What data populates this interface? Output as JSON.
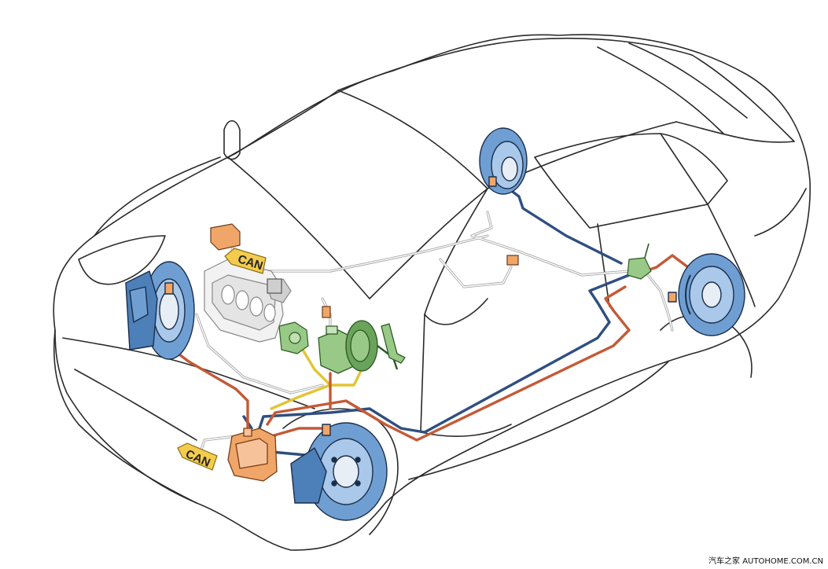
{
  "labels": {
    "can_top": "CAN",
    "can_bottom": "CAN"
  },
  "watermark": "汽车之家 AUTOHOME.COM.CN",
  "colors": {
    "body_outline": "#2a2a2a",
    "brake_disc": "#6f9fd2",
    "high_pressure_line": "#c45a36",
    "return_line": "#2f4f7f",
    "signal_wire": "#a8a8a8",
    "sensor_wire": "#e2c535",
    "abs_unit": "#f0a668",
    "master_cylinder": "#99c987",
    "can_tag": "#f3cc4e"
  }
}
